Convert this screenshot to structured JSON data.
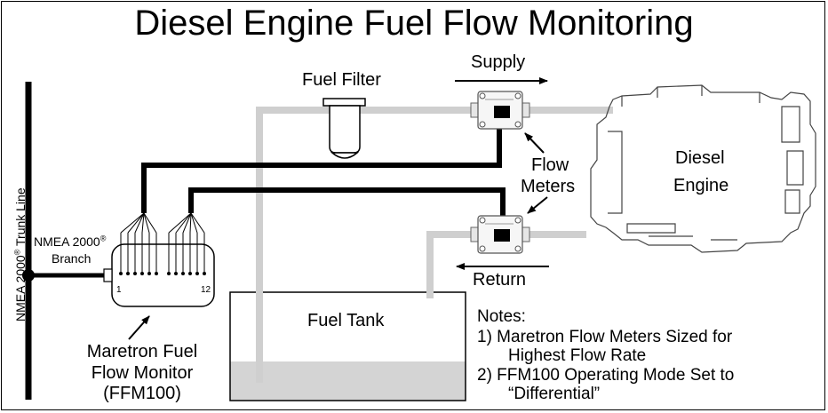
{
  "title": "Diesel Engine Fuel Flow Monitoring",
  "labels": {
    "fuel_filter": "Fuel Filter",
    "supply": "Supply",
    "return": "Return",
    "flow_meters_line1": "Flow",
    "flow_meters_line2": "Meters",
    "diesel_line1": "Diesel",
    "diesel_line2": "Engine",
    "fuel_tank": "Fuel Tank",
    "nmea_branch_line1": "NMEA 2000",
    "nmea_branch_line2": "Branch",
    "trunk_line": "NMEA 2000",
    "trunk_line_suffix": " Trunk Line",
    "registered_mark": "®",
    "monitor_line1": "Maretron Fuel",
    "monitor_line2": "Flow Monitor",
    "monitor_line3": "(FFM100)",
    "pin_first": "1",
    "pin_last": "12"
  },
  "notes": {
    "heading": "Notes:",
    "note1_line1": "1)   Maretron Flow Meters Sized for",
    "note1_line2": "Highest Flow Rate",
    "note2_line1": "2)   FFM100 Operating Mode Set to",
    "note2_line2": "“Differential”"
  },
  "colors": {
    "fuel_pipe": "#cfcfcf",
    "cable": "#000000",
    "tank_fuel": "#d4d4d4"
  }
}
